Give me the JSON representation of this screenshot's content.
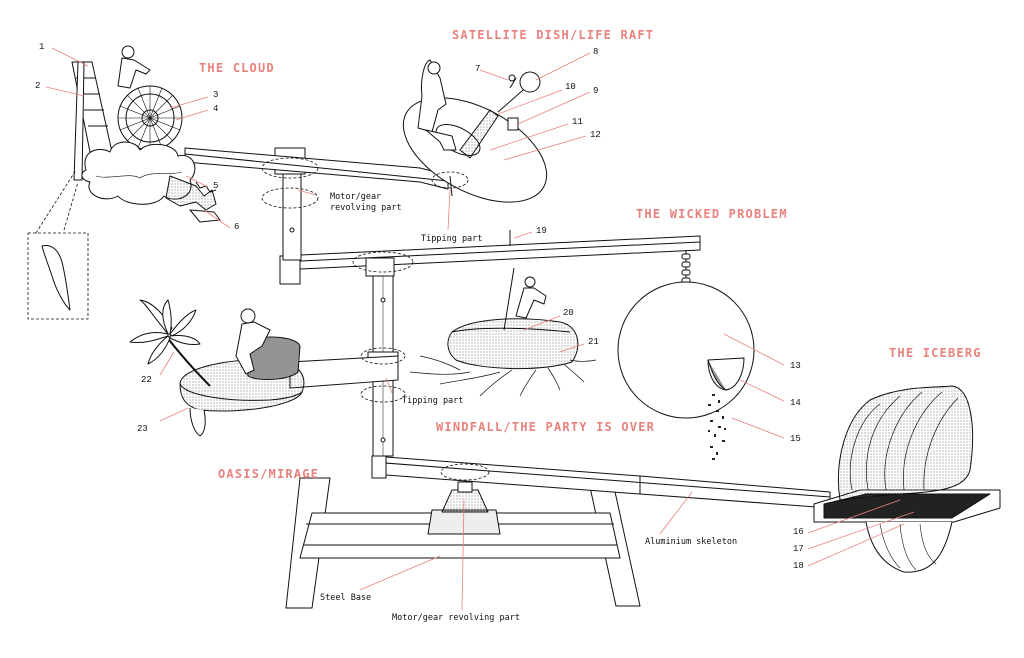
{
  "sections": {
    "the_cloud": "THE CLOUD",
    "satellite_dish": "SATELLITE DISH/LIFE RAFT",
    "wicked_problem": "THE WICKED PROBLEM",
    "the_iceberg": "THE ICEBERG",
    "windfall": "WINDFALL/THE PARTY IS OVER",
    "oasis_mirage": "OASIS/MIRAGE"
  },
  "parts": {
    "motor_gear_upper_line1": "Motor/gear",
    "motor_gear_upper_line2": "revolving part",
    "tipping_part_upper": "Tipping part",
    "tipping_part_lower": "Tipping part",
    "aluminium_skeleton": "Aluminium skeleton",
    "steel_base": "Steel Base",
    "motor_gear_base": "Motor/gear revolving part"
  },
  "callouts": [
    "1",
    "2",
    "3",
    "4",
    "5",
    "6",
    "7",
    "8",
    "9",
    "10",
    "11",
    "12",
    "13",
    "14",
    "15",
    "16",
    "17",
    "18",
    "19",
    "20",
    "21",
    "22",
    "23"
  ],
  "colors": {
    "title_accent": "#e8827d",
    "leader_line": "#e8827d",
    "ink": "#111111"
  }
}
